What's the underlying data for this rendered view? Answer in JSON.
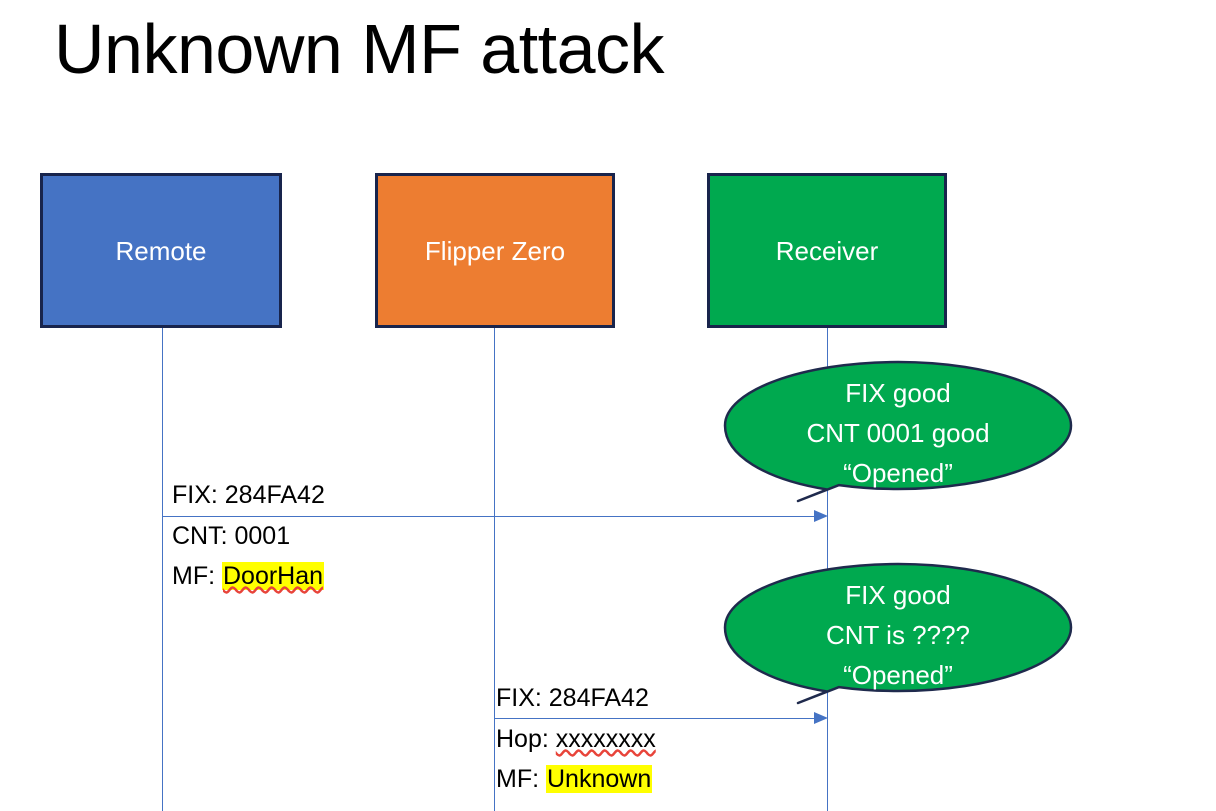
{
  "slide": {
    "title": "Unknown MF attack",
    "background": "#ffffff"
  },
  "colors": {
    "remote_fill": "#4573C4",
    "flipper_fill": "#ED7D31",
    "receiver_fill": "#00A94F",
    "box_border": "#18244C",
    "bubble_fill": "#00A94F",
    "bubble_border": "#1F2A4D",
    "line": "#4573C4",
    "highlight": "#FFFF00",
    "spellcheck_underline": "#E8443A",
    "text": "#000000",
    "box_label_text": "#ffffff"
  },
  "actors": [
    {
      "id": "remote",
      "label": "Remote"
    },
    {
      "id": "flipper",
      "label": "Flipper Zero"
    },
    {
      "id": "receiver",
      "label": "Receiver"
    }
  ],
  "messages": [
    {
      "id": "remote-to-receiver",
      "from": "remote",
      "to": "receiver",
      "above_label": "FIX: 284FA42",
      "below_line1_label": "CNT: 0001",
      "below_line2_prefix": "MF: ",
      "below_line2_value": "DoorHan"
    },
    {
      "id": "flipper-to-receiver",
      "from": "flipper",
      "to": "receiver",
      "above_label": "FIX: 284FA42",
      "below_line1_prefix": "Hop: ",
      "below_line1_value": "xxxxxxxx",
      "below_line2_prefix": "MF: ",
      "below_line2_value": "Unknown"
    }
  ],
  "bubbles": [
    {
      "id": "bubble-first",
      "line1": "FIX good",
      "line2": "CNT 0001 good",
      "line3": "“Opened”"
    },
    {
      "id": "bubble-second",
      "line1": "FIX good",
      "line2": "CNT is ????",
      "line3": "“Opened”"
    }
  ]
}
